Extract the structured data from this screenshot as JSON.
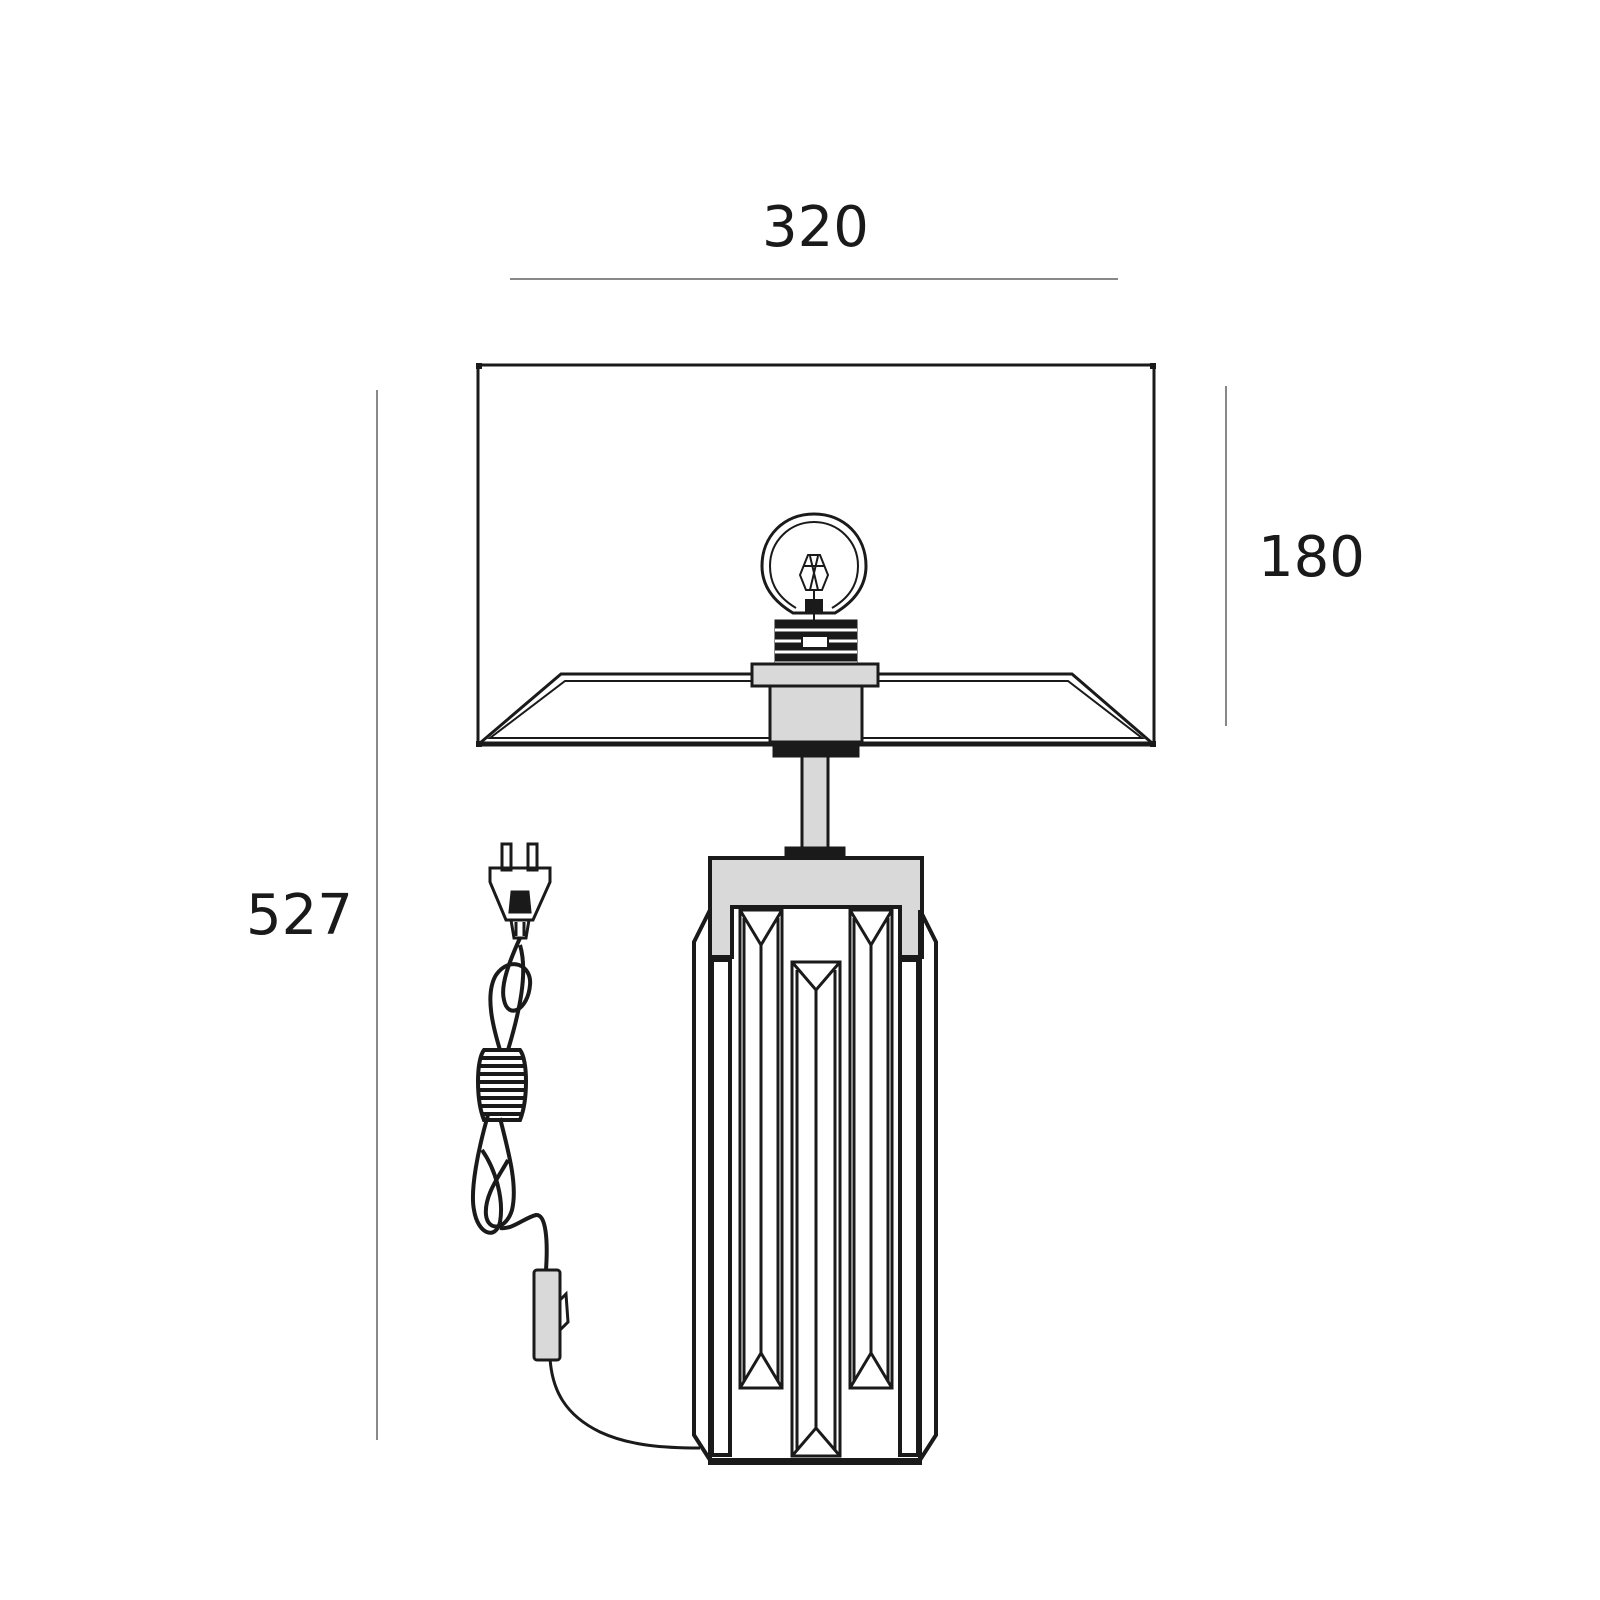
{
  "dimensions": {
    "width_label": "320",
    "shade_height_label": "180",
    "total_height_label": "527"
  },
  "colors": {
    "line": "#1a1a1a",
    "dimension_line": "#888888",
    "metal_fill": "#d9d9d9",
    "background": "#ffffff"
  },
  "icons": {
    "bulb": "light-bulb-icon",
    "plug": "power-plug-icon",
    "switch": "inline-switch-icon"
  }
}
